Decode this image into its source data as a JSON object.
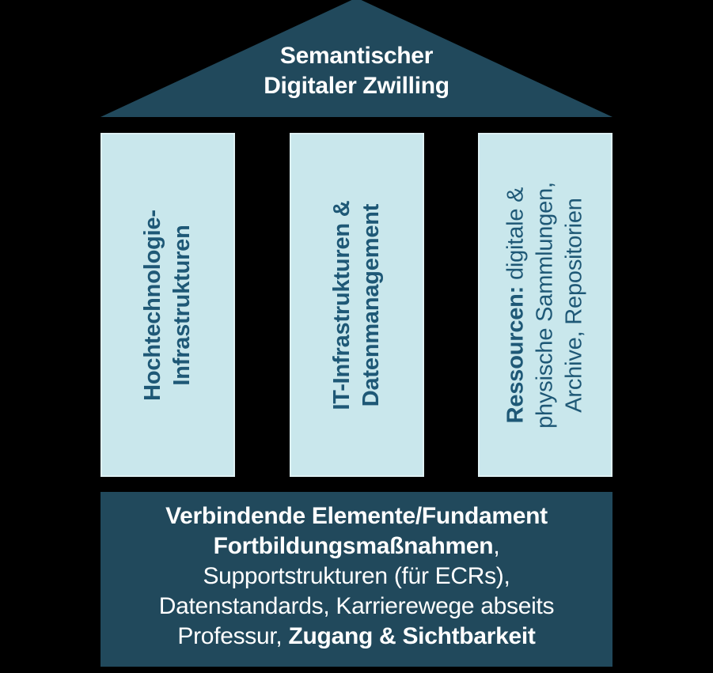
{
  "colors": {
    "background": "#000000",
    "dark_teal": "#21495C",
    "pillar_fill": "#C9E7EC",
    "pillar_border": "#DEF1F4",
    "pillar_text": "#1E5876",
    "light_text": "#FFFFFF"
  },
  "roof": {
    "line1": "Semantischer",
    "line2": "Digitaler Zwilling"
  },
  "pillars": [
    {
      "lines": [
        "Hochtechnologie-",
        "Infrastrukturen"
      ]
    },
    {
      "lines": [
        "IT-Infrastrukturen &",
        "Datenmanagement"
      ]
    },
    {
      "line1_bold": "Ressourcen:",
      "line1_rest": " digitale &",
      "line2": "physische Sammlungen,",
      "line3": "Archive, Repositorien"
    }
  ],
  "foundation": {
    "line1_bold": "Verbindende Elemente/Fundament",
    "line2_bold": "Fortbildungsmaßnahmen",
    "line2_rest": ",",
    "line3": "Supportstrukturen (für ECRs),",
    "line4": "Datenstandards, Karrierewege abseits",
    "line5_pre": "Professur, ",
    "line5_bold": "Zugang & Sichtbarkeit"
  }
}
